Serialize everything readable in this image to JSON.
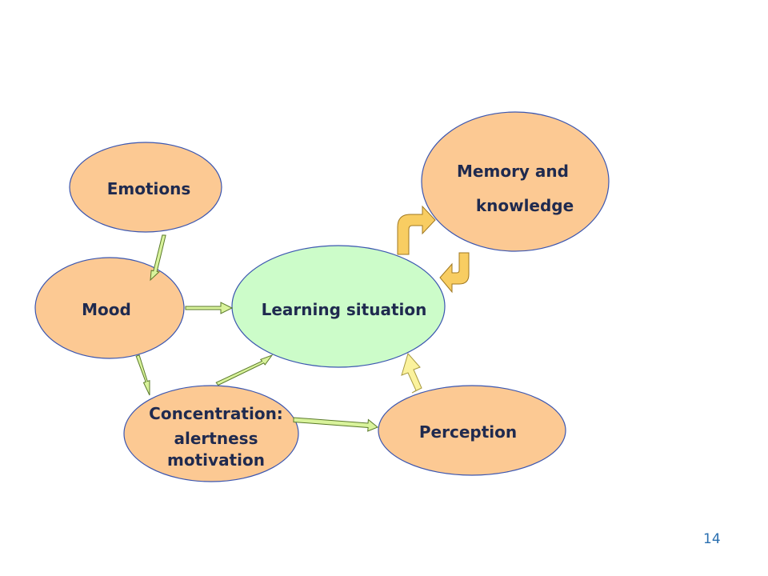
{
  "diagram": {
    "nodes": {
      "emotions": "Emotions",
      "mood": "Mood",
      "learning": "Learning situation",
      "memory_line1": "Memory and",
      "memory_line2": "knowledge",
      "concentration_line1": "Concentration:",
      "concentration_line2": "alertness",
      "concentration_line3": "motivation",
      "perception": "Perception"
    },
    "colors": {
      "node_fill": "#fcc993",
      "center_fill": "#ccfcc9",
      "node_stroke": "#3b56b0",
      "arrow_green": "#d9f39c",
      "arrow_yellow": "#fbf29d",
      "arrow_orange": "#f8cd62"
    }
  },
  "footer": {
    "page_number": "14"
  }
}
